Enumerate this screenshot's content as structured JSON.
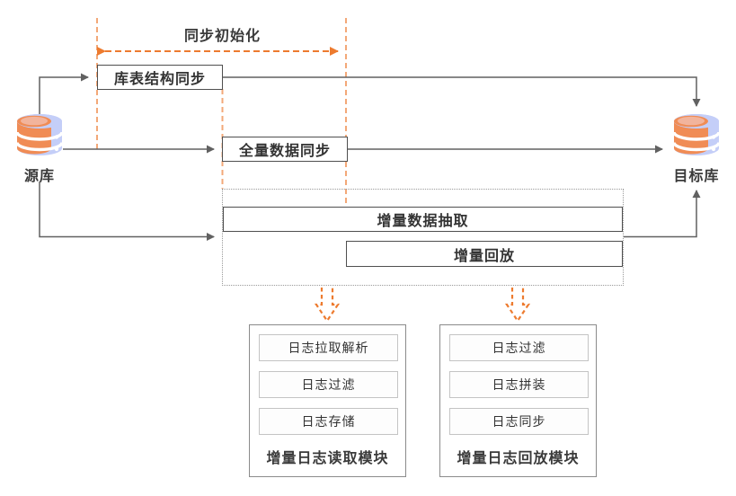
{
  "diagram": {
    "phase_label": "同步初始化",
    "source_db": {
      "label": "源库"
    },
    "target_db": {
      "label": "目标库"
    },
    "boxes": {
      "schema_sync": "库表结构同步",
      "full_sync": "全量数据同步",
      "incremental_extract": "增量数据抽取",
      "incremental_replay": "增量回放"
    },
    "modules": [
      {
        "title": "增量日志读取模块",
        "items": [
          "日志拉取解析",
          "日志过滤",
          "日志存储"
        ]
      },
      {
        "title": "增量日志回放模块",
        "items": [
          "日志过滤",
          "日志拼装",
          "日志同步"
        ]
      }
    ],
    "colors": {
      "accent_orange": "#ED7B2F",
      "accent_orange_light": "#F3A878",
      "line_gray": "#616161",
      "box_border": "#4F4F4F",
      "text": "#333333",
      "db_blue": "#C4CEF8",
      "db_orange": "#F08C55"
    }
  }
}
